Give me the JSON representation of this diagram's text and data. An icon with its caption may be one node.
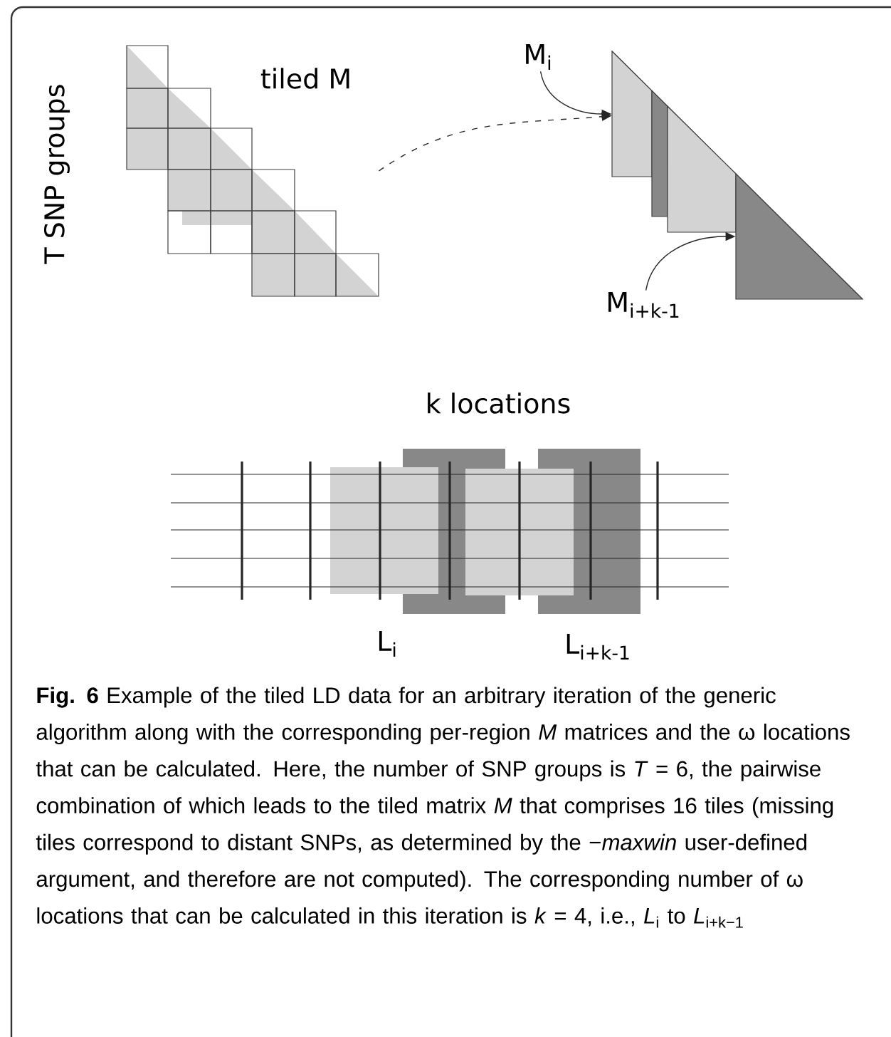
{
  "diagram": {
    "caption": "**Fig. 6** Example of the tiled LD data for an arbitrary iteration of the generic algorithm along with the corresponding per-region *M* matrices and the ω locations that can be calculated. Here, the number of SNP groups is *T* = 6, the pairwise combination of which leads to the tiled matrix *M* that comprises 16 tiles (missing tiles correspond to distant SNPs, as determined by the −*maxwin* user-defined argument, and therefore are not computed). The corresponding number of ω locations that can be calculated in this iteration is *k* = 4, i.e., *L*$_{i}$ to *L*$_{i+k−1}$",
    "nodes": [
      {
        "text": [],
        "shape": "grid"
      },
      {
        "text": [
          "M$_{i}$"
        ]
      },
      {
        "text": [],
        "shape": "triangle"
      },
      {
        "text": [
          "M$_{i+k-1}$"
        ]
      },
      {
        "text": [],
        "shape": "triangle"
      }
    ],
    "edges": [
      {
        "from": 0,
        "to": 2,
        "arrow": "to",
        "style": "dashed"
      },
      {
        "from": 1,
        "to": 2,
        "arrow": "to"
      },
      {
        "from": 3,
        "to": 4,
        "arrow": "to"
      }
    ],
    "labels": [
      "T SNP groups",
      "tiled M",
      "k locations",
      "L$_{i}$",
      "L$_{i+k-1}$"
    ]
  }
}
